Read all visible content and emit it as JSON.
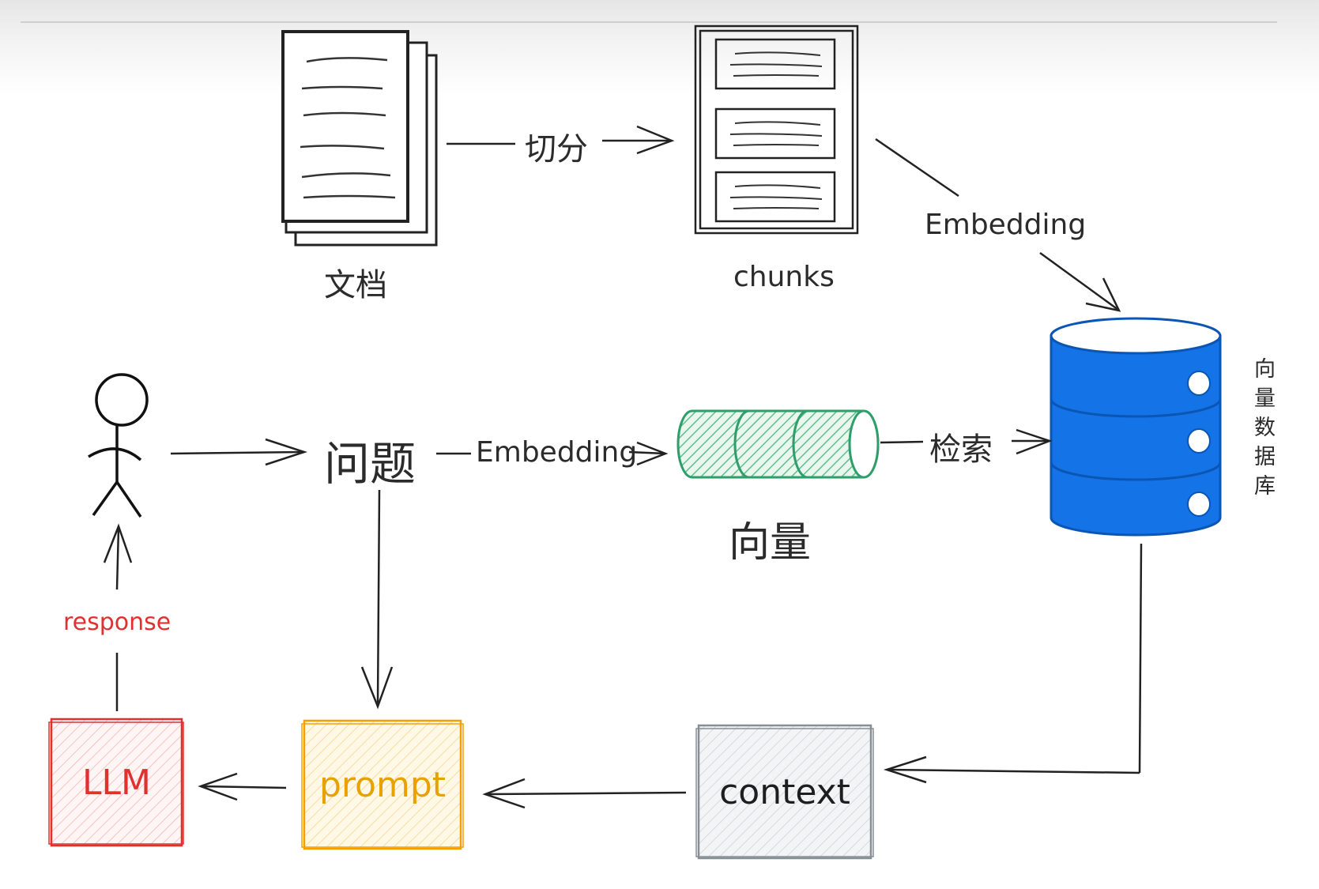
{
  "labels": {
    "doc": "文档",
    "split": "切分",
    "chunks": "chunks",
    "embedding_top": "Embedding",
    "question": "问题",
    "embedding_mid": "Embedding",
    "vector": "向量",
    "retrieve": "检索",
    "vector_db": "向量数据库",
    "response": "response",
    "llm": "LLM",
    "prompt": "prompt",
    "context": "context"
  },
  "colors": {
    "stroke": "#222222",
    "db_blue": "#1473e6",
    "vector_green": "#2e9e6a",
    "llm_red": "#e03131",
    "prompt_orange": "#f59f00",
    "context_gray": "#868e96"
  }
}
